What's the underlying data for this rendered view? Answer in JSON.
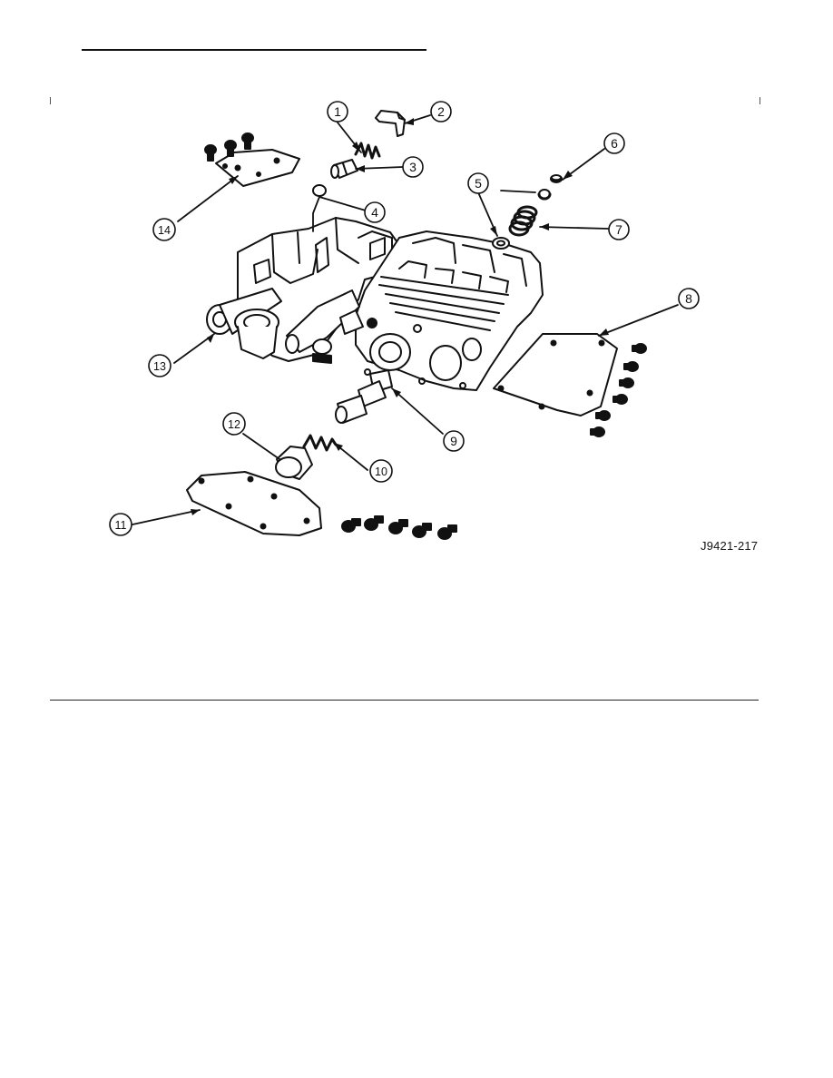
{
  "figure": {
    "code": "J9421-217",
    "callouts": [
      "1",
      "2",
      "3",
      "4",
      "5",
      "6",
      "7",
      "8",
      "9",
      "10",
      "11",
      "12",
      "13",
      "14"
    ]
  }
}
